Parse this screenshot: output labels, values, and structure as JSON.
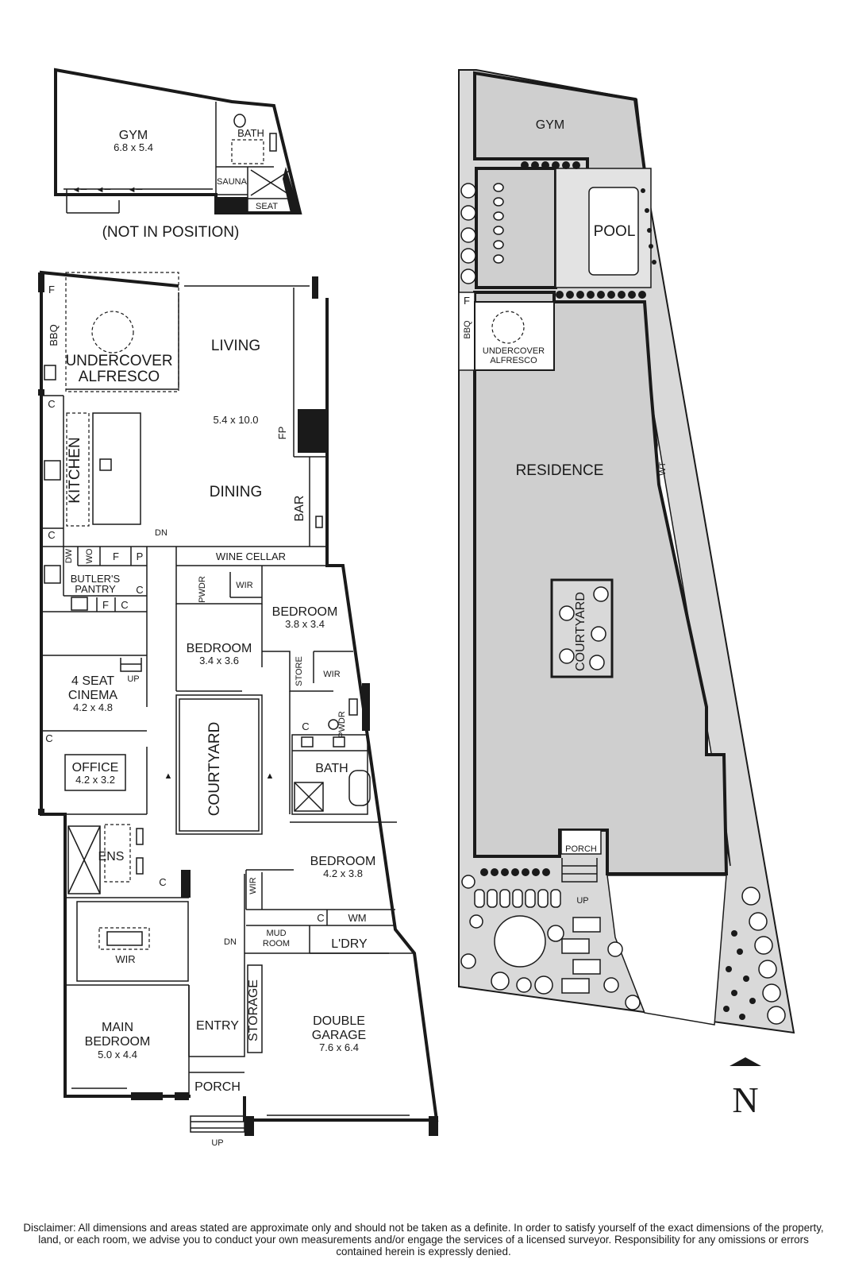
{
  "gym_plan": {
    "gym": "GYM",
    "gym_size": "6.8 x 5.4",
    "bath": "BATH",
    "sauna": "SAUNA",
    "seat": "SEAT",
    "note": "(NOT IN POSITION)"
  },
  "floor_plan": {
    "f_fridge": "F",
    "bbq": "BBQ",
    "undercover_alfresco_1": "UNDERCOVER",
    "undercover_alfresco_2": "ALFRESCO",
    "living": "LIVING",
    "living_size": "5.4 x 10.0",
    "dining": "DINING",
    "fp": "FP",
    "bar": "BAR",
    "kitchen": "KITCHEN",
    "c_cupboard": "C",
    "dn": "DN",
    "dw": "DW",
    "wo": "WO",
    "p_pantry": "P",
    "wine_cellar": "WINE CELLAR",
    "butlers_pantry_1": "BUTLER'S",
    "butlers_pantry_2": "PANTRY",
    "pwdr": "PWDR",
    "wir": "WIR",
    "bedroom": "BEDROOM",
    "bedroom_a_size": "3.4 x 3.6",
    "bedroom_b_size": "3.8 x 3.4",
    "bedroom_c_size": "4.2 x 3.8",
    "store": "STORE",
    "cinema_1": "4 SEAT",
    "cinema_2": "CINEMA",
    "cinema_size": "4.2 x 4.8",
    "up": "UP",
    "office": "OFFICE",
    "office_size": "4.2 x 3.2",
    "courtyard": "COURTYARD",
    "bath": "BATH",
    "ens": "ENS",
    "main_bedroom_1": "MAIN",
    "main_bedroom_2": "BEDROOM",
    "main_bedroom_size": "5.0 x 4.4",
    "wm": "WM",
    "laundry": "L'DRY",
    "mud_room_1": "MUD",
    "mud_room_2": "ROOM",
    "storage": "STORAGE",
    "entry": "ENTRY",
    "porch": "PORCH",
    "double_garage_1": "DOUBLE",
    "double_garage_2": "GARAGE",
    "double_garage_size": "7.6 x 6.4"
  },
  "site_plan": {
    "gym": "GYM",
    "pool": "POOL",
    "f_fridge": "F",
    "bbq": "BBQ",
    "undercover_1": "UNDERCOVER",
    "undercover_2": "ALFRESCO",
    "residence": "RESIDENCE",
    "wt": "WT",
    "courtyard": "COURTYARD",
    "porch": "PORCH",
    "up": "UP"
  },
  "compass": {
    "north": "N"
  },
  "disclaimer": "Disclaimer: All dimensions and areas stated are approximate only and should not be taken as a definite. In order to satisfy yourself of the exact dimensions of the property, land, or each room, we advise you to conduct your own measurements and/or engage the services of a licensed surveyor. Responsibility for any omissions or errors contained herein is expressly denied."
}
